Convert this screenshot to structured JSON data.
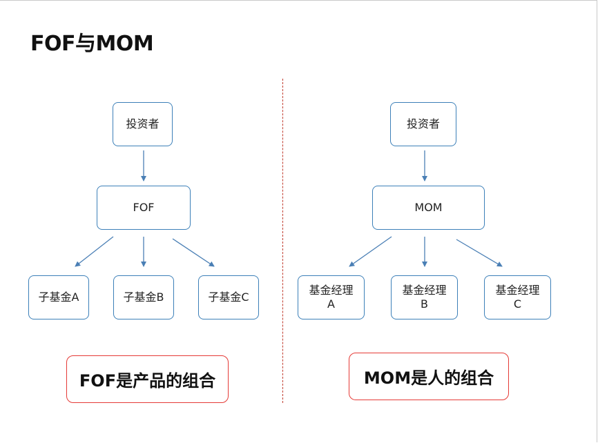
{
  "title": "FOF与MOM",
  "colors": {
    "node_border": "#3b7fb8",
    "arrow": "#4a7fb5",
    "note_border": "#e53935",
    "divider": "#c0392b"
  },
  "left": {
    "top": "投资者",
    "middle": "FOF",
    "children": [
      "子基金A",
      "子基金B",
      "子基金C"
    ],
    "note": "FOF是产品的组合"
  },
  "right": {
    "top": "投资者",
    "middle": "MOM",
    "children": [
      {
        "line1": "基金经理",
        "line2": "A"
      },
      {
        "line1": "基金经理",
        "line2": "B"
      },
      {
        "line1": "基金经理",
        "line2": "C"
      }
    ],
    "note": "MOM是人的组合"
  }
}
